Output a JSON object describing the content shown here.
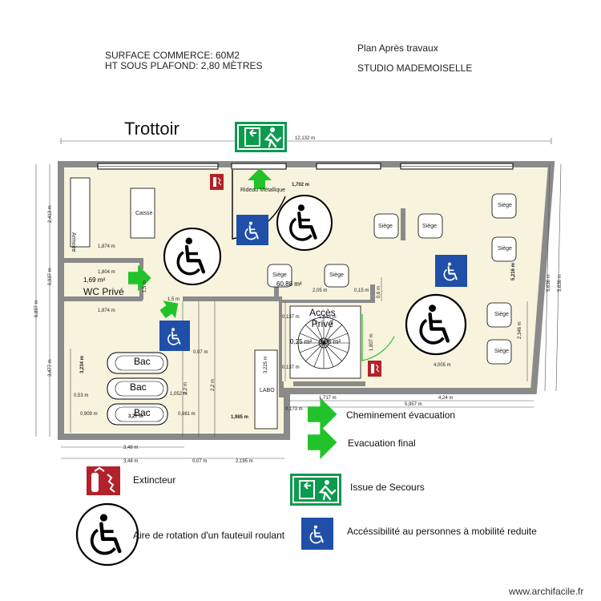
{
  "header": {
    "surface": "SURFACE COMMERCE: 60M2",
    "height": "HT SOUS PLAFOND: 2,80 MÈTRES",
    "plan": "Plan Après travaux",
    "studio": "STUDIO MADEMOISELLE"
  },
  "street": "Trottoir",
  "rooms": {
    "rideau": "Rideau Métallique",
    "caisse": "Caisse",
    "armoire": "Armoire",
    "wc": "WC Privé",
    "acces": "Accès\nPrivé",
    "labo": "LABO",
    "bac1": "Bac",
    "bac2": "Bac",
    "bac3": "Bac",
    "siege": "Siège"
  },
  "areas": {
    "main": "60,88 m²",
    "wc": "1,69 m²",
    "stairs": "3,05 m²",
    "small": "0,25 m²"
  },
  "dimensions": {
    "top_total": "12,132 m",
    "rideau_w": "1,702 m",
    "left_2413": "2,413 m",
    "left_6897": "6,897 m",
    "left_0937": "0,937 m",
    "left_3477": "3,477 m",
    "d1874a": "1,874 m",
    "d1804": "1,804 m",
    "d1874b": "1,874 m",
    "d2_05": "2,05 m",
    "d0_15": "0,15 m",
    "d1_5": "1,5 m",
    "d3234": "3,234 m",
    "d2_2a": "2,2 m",
    "d2_2b": "2,2 m",
    "d3225": "3,225 m",
    "d0_07a": "0,07 m",
    "d1052": "1,052 m",
    "d0_53": "0,53 m",
    "d0909": "0,909 m",
    "d3_27": "3,27 m",
    "d0661": "0,661 m",
    "d1985": "1,985 m",
    "d3_48a": "3,48 m",
    "d3_48b": "3,48 m",
    "d0_07b": "0,07 m",
    "d2195": "2,195 m",
    "d1717": "1,717 m",
    "d4_24": "4,24 m",
    "d5957": "5,957 m",
    "d0173": "0,173 m",
    "d4005": "4,005 m",
    "d1807": "1,807 m",
    "d2346": "2,346 m",
    "d5216": "5,216 m",
    "d5636a": "5,636 m",
    "d5636b": "5,636 m",
    "d0137a": "0,137 m",
    "d0137b": "0,137 m",
    "d1648": "1,648 m",
    "d1_5c": "1,5 m",
    "d0_6": "0,6 m"
  },
  "legend": {
    "chemin": "Cheminement évacuation",
    "final": "Evacuation final",
    "extincteur": "Extincteur",
    "issue": "Issue de Secours",
    "aire": "Aire de rotation d'un fauteuil roulant",
    "access": "Accéssibilité au personnes à mobilité reduite"
  },
  "footer": "www.archifacile.fr",
  "colors": {
    "floor": "#f7f3dc",
    "wall": "#8a8a8a",
    "arrow": "#22c32a",
    "exit_sign": "#0c9a4e",
    "access_blue": "#1f4fa8",
    "extinguisher": "#b3222a"
  }
}
